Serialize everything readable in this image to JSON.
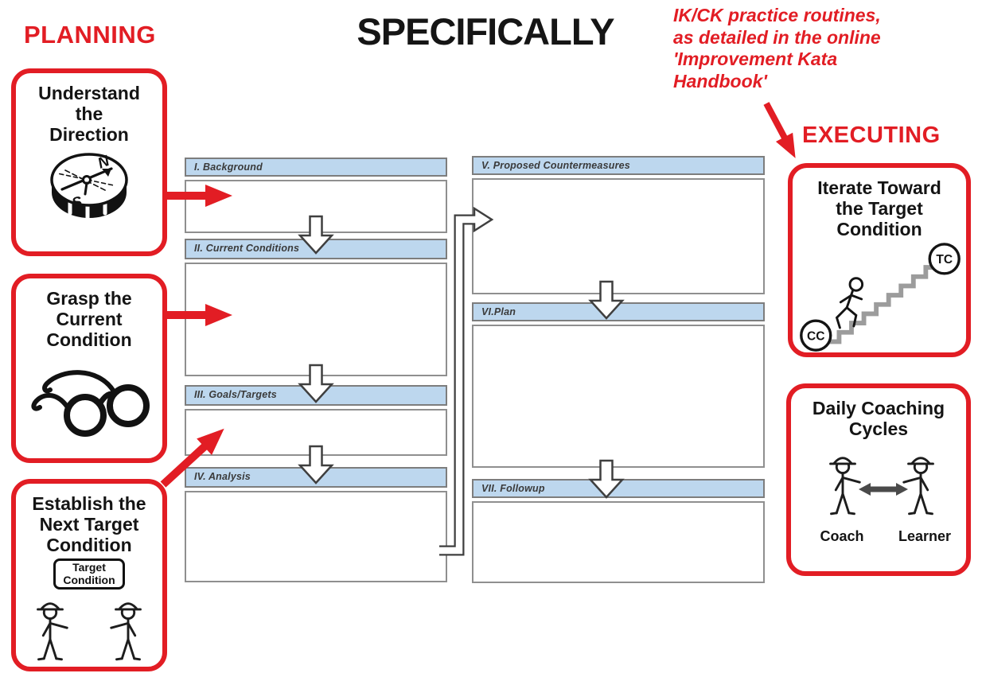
{
  "title": "SPECIFICALLY",
  "planning": {
    "label": "PLANNING",
    "boxes": [
      {
        "title": "Understand\nthe\nDirection",
        "compass": {
          "north": "N",
          "south": "S"
        }
      },
      {
        "title": "Grasp the\nCurrent\nCondition"
      },
      {
        "title": "Establish the\nNext  Target\nCondition",
        "sign": "Target\nCondition"
      }
    ]
  },
  "template": {
    "sections": [
      {
        "label": "I. Background"
      },
      {
        "label": "II. Current Conditions"
      },
      {
        "label": "III. Goals/Targets"
      },
      {
        "label": "IV. Analysis"
      },
      {
        "label": "V. Proposed Countermeasures"
      },
      {
        "label": "VI.Plan"
      },
      {
        "label": "VII. Followup"
      }
    ]
  },
  "note": {
    "text": "IK/CK practice routines,\nas detailed in the online\n'Improvement Kata\nHandbook'"
  },
  "executing": {
    "label": "EXECUTING",
    "boxes": [
      {
        "title": "Iterate Toward\nthe Target\nCondition",
        "start_badge": "CC",
        "end_badge": "TC"
      },
      {
        "title": "Daily Coaching\nCycles",
        "left_role": "Coach",
        "right_role": "Learner"
      }
    ]
  },
  "colors": {
    "accent_red": "#E21D24",
    "header_blue": "#BDD7EE"
  }
}
